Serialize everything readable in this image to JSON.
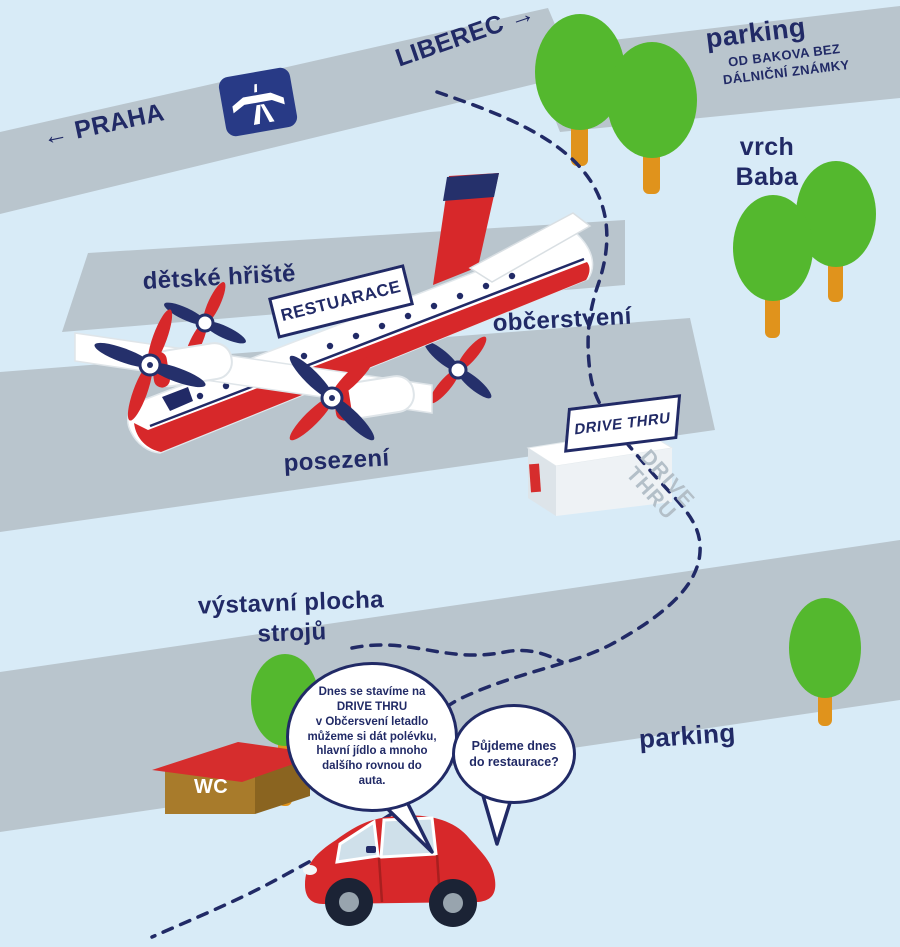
{
  "colors": {
    "background": "#d8ebf7",
    "road_gray": "#b9c5cd",
    "navy": "#212a66",
    "tree_green": "#54b82e",
    "trunk_orange": "#e0931c",
    "plane_red": "#d7282a",
    "building_brown": "#a87b2b",
    "roof_red": "#d62d2d",
    "shadow_text_gray": "#b3bfc8"
  },
  "labels": {
    "praha": "PRAHA",
    "liberec": "LIBEREC",
    "parking_top": "parking",
    "parking_note": "OD BAKOVA BEZ\nDÁLNIČNÍ ZNÁMKY",
    "vrch_baba": "vrch\nBaba",
    "playground": "dětské hřiště",
    "refreshments": "občerstvení",
    "seating": "posezení",
    "exhibition": "výstavní plocha\nstrojů",
    "parking_bottom": "parking",
    "wc": "WC"
  },
  "signs": {
    "restaurant": "RESTUARACE",
    "drive_thru": "DRIVE THRU",
    "drive_thru_shadow": "DRIVE\nTHRU"
  },
  "speech": {
    "large": "Dnes se stavíme na\nDRIVE THRU\nv Občersvení letadlo\nmůžeme si dát polévku,\nhlavní jídlo a mnoho\ndalšího rovnou do\nauta.",
    "small": "Půjdeme dnes\ndo restaurace?"
  },
  "icons": {
    "arrow_left": "←",
    "arrow_right": "→"
  }
}
